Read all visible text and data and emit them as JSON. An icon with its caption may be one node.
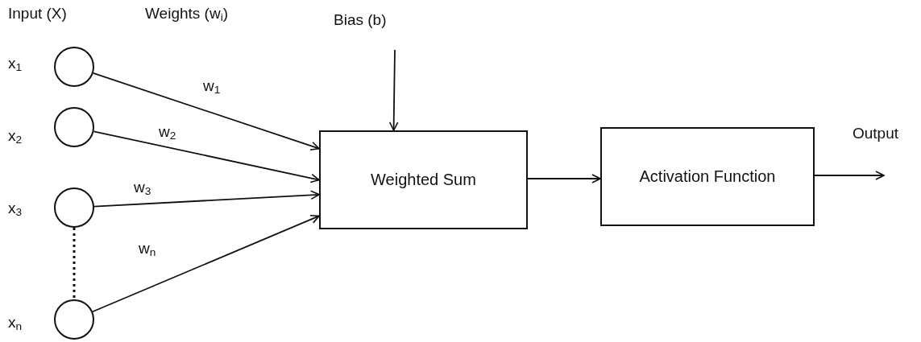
{
  "diagram": {
    "nodes": [
      {
        "text": [],
        "shape": "circle",
        "beside": [
          "x$_{1}$"
        ]
      },
      {
        "text": [],
        "shape": "circle",
        "beside": [
          "x$_{2}$"
        ]
      },
      {
        "text": [],
        "shape": "circle",
        "beside": [
          "x$_{3}$"
        ]
      },
      {
        "text": [],
        "shape": "circle",
        "beside": [
          "x$_{n}$"
        ]
      },
      {
        "text": [
          "Weighted Sum"
        ]
      },
      {
        "text": [
          "Activation Function"
        ]
      }
    ],
    "edges": [
      {
        "from": 0,
        "to": 4,
        "arrow": "to",
        "label": "w$_{1}$"
      },
      {
        "from": 1,
        "to": 4,
        "arrow": "to",
        "label": "w$_{2}$"
      },
      {
        "from": 2,
        "to": 4,
        "arrow": "to",
        "label": "w$_{3}$"
      },
      {
        "from": 3,
        "to": 4,
        "arrow": "to",
        "label": "w$_{n}$"
      },
      {
        "from": 2,
        "to": 3,
        "arrow": "none",
        "style": "dashed"
      },
      {
        "from": 4,
        "to": 5,
        "arrow": "to"
      },
      {
        "from": null,
        "to": 4,
        "arrow": "to"
      },
      {
        "from": 5,
        "to": null,
        "arrow": "to"
      }
    ],
    "labels": [
      "Input (X)",
      "Weights (w$_{i}$)",
      "Bias (b)",
      "Output"
    ]
  }
}
